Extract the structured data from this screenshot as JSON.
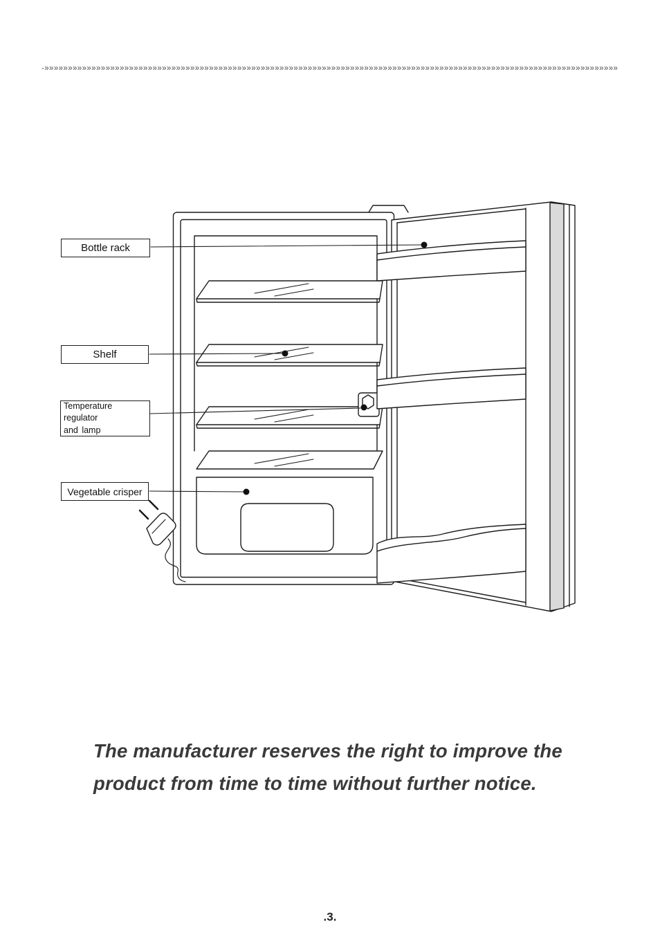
{
  "page": {
    "number": ".3.",
    "notice_line1": "The manufacturer reserves the right to improve the",
    "notice_line2": "product from time to time without further notice."
  },
  "divider": {
    "prefix": "-",
    "glyph": "»",
    "repeat": 150
  },
  "diagram": {
    "alt": "Refrigerator with open door, interior parts labelled",
    "line_color": "#1c1c1c",
    "door_edge_color": "#dadada",
    "labels": [
      {
        "id": "bottle-rack",
        "text": "Bottle rack"
      },
      {
        "id": "shelf",
        "text": "Shelf"
      },
      {
        "id": "temperature-regulator-and-lamp",
        "text": "Temperature regulator and lamp",
        "line1": "Temperature regulator",
        "line2": "and lamp"
      },
      {
        "id": "vegetable-crisper",
        "text": "Vegetable crisper"
      }
    ]
  }
}
